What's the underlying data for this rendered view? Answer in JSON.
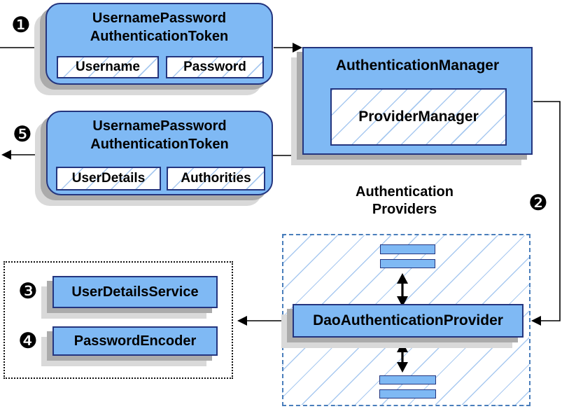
{
  "colors": {
    "box_fill": "#7FB9F4",
    "box_border": "#24357E",
    "hatch_line": "#A8C9F0",
    "dashed_border": "#4A7EBB",
    "dotted_border": "#111111",
    "shadow_dark": "#ABABAB",
    "shadow_light": "#D9D9D9",
    "connector": "#000000"
  },
  "steps": [
    {
      "id": 1,
      "glyph": "❶"
    },
    {
      "id": 2,
      "glyph": "❷"
    },
    {
      "id": 3,
      "glyph": "❸"
    },
    {
      "id": 4,
      "glyph": "❹"
    },
    {
      "id": 5,
      "glyph": "❺"
    }
  ],
  "token_request": {
    "title_line1": "UsernamePassword",
    "title_line2": "AuthenticationToken",
    "fields": [
      "Username",
      "Password"
    ]
  },
  "auth_manager": {
    "title": "AuthenticationManager",
    "inner": "ProviderManager"
  },
  "token_result": {
    "title_line1": "UsernamePassword",
    "title_line2": "AuthenticationToken",
    "fields": [
      "UserDetails",
      "Authorities"
    ]
  },
  "providers": {
    "label_line1": "Authentication",
    "label_line2": "Providers",
    "dao": "DaoAuthenticationProvider"
  },
  "services": {
    "user_details_service": "UserDetailsService",
    "password_encoder": "PasswordEncoder"
  }
}
